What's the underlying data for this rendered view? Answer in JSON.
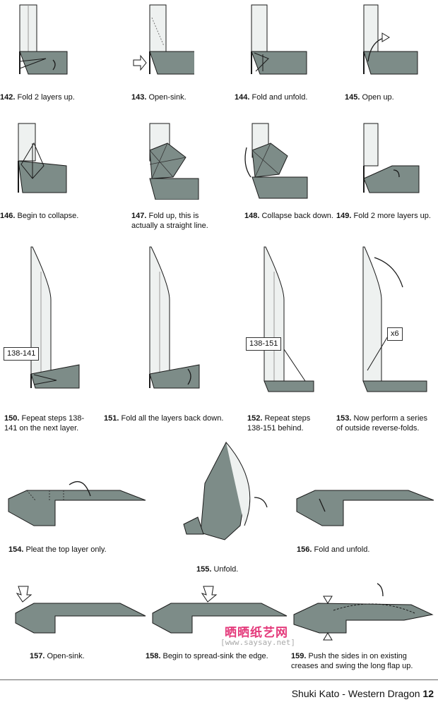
{
  "captions": [
    {
      "num": "142.",
      "text": " Fold 2 layers up."
    },
    {
      "num": "143.",
      "text": " Open-sink."
    },
    {
      "num": "144.",
      "text": " Fold and unfold."
    },
    {
      "num": "145.",
      "text": " Open up."
    },
    {
      "num": "146.",
      "text": " Begin to collapse."
    },
    {
      "num": "147.",
      "text": " Fold up, this is\nactually a straight line."
    },
    {
      "num": "148.",
      "text": " Collapse back down."
    },
    {
      "num": "149.",
      "text": " Fold 2 more layers up."
    },
    {
      "num": "150.",
      "text": " Fepeat steps 138-\n141 on the next layer."
    },
    {
      "num": "151.",
      "text": " Fold all the layers back down."
    },
    {
      "num": "152.",
      "text": " Repeat steps\n138-151 behind."
    },
    {
      "num": "153.",
      "text": " Now perform a series\nof outside reverse-folds."
    },
    {
      "num": "154.",
      "text": " Pleat the top layer only."
    },
    {
      "num": "155.",
      "text": " Unfold."
    },
    {
      "num": "156.",
      "text": " Fold and unfold."
    },
    {
      "num": "157.",
      "text": " Open-sink."
    },
    {
      "num": "158.",
      "text": " Begin to spread-sink the edge."
    },
    {
      "num": "159.",
      "text": " Push the sides in on existing\ncreases and swing the long flap up."
    }
  ],
  "refs": {
    "r150": "138-141",
    "r152": "138-151",
    "r153": "x6"
  },
  "footer": {
    "author": "Shuki Kato - Western Dragon ",
    "page": "12"
  },
  "watermark": {
    "text": "晒晒纸艺网",
    "url": "[www.saysay.net]"
  },
  "colors": {
    "paper_grey": "#7d8c88",
    "paper_white": "#eef1f0",
    "line": "#1a1a1a"
  }
}
